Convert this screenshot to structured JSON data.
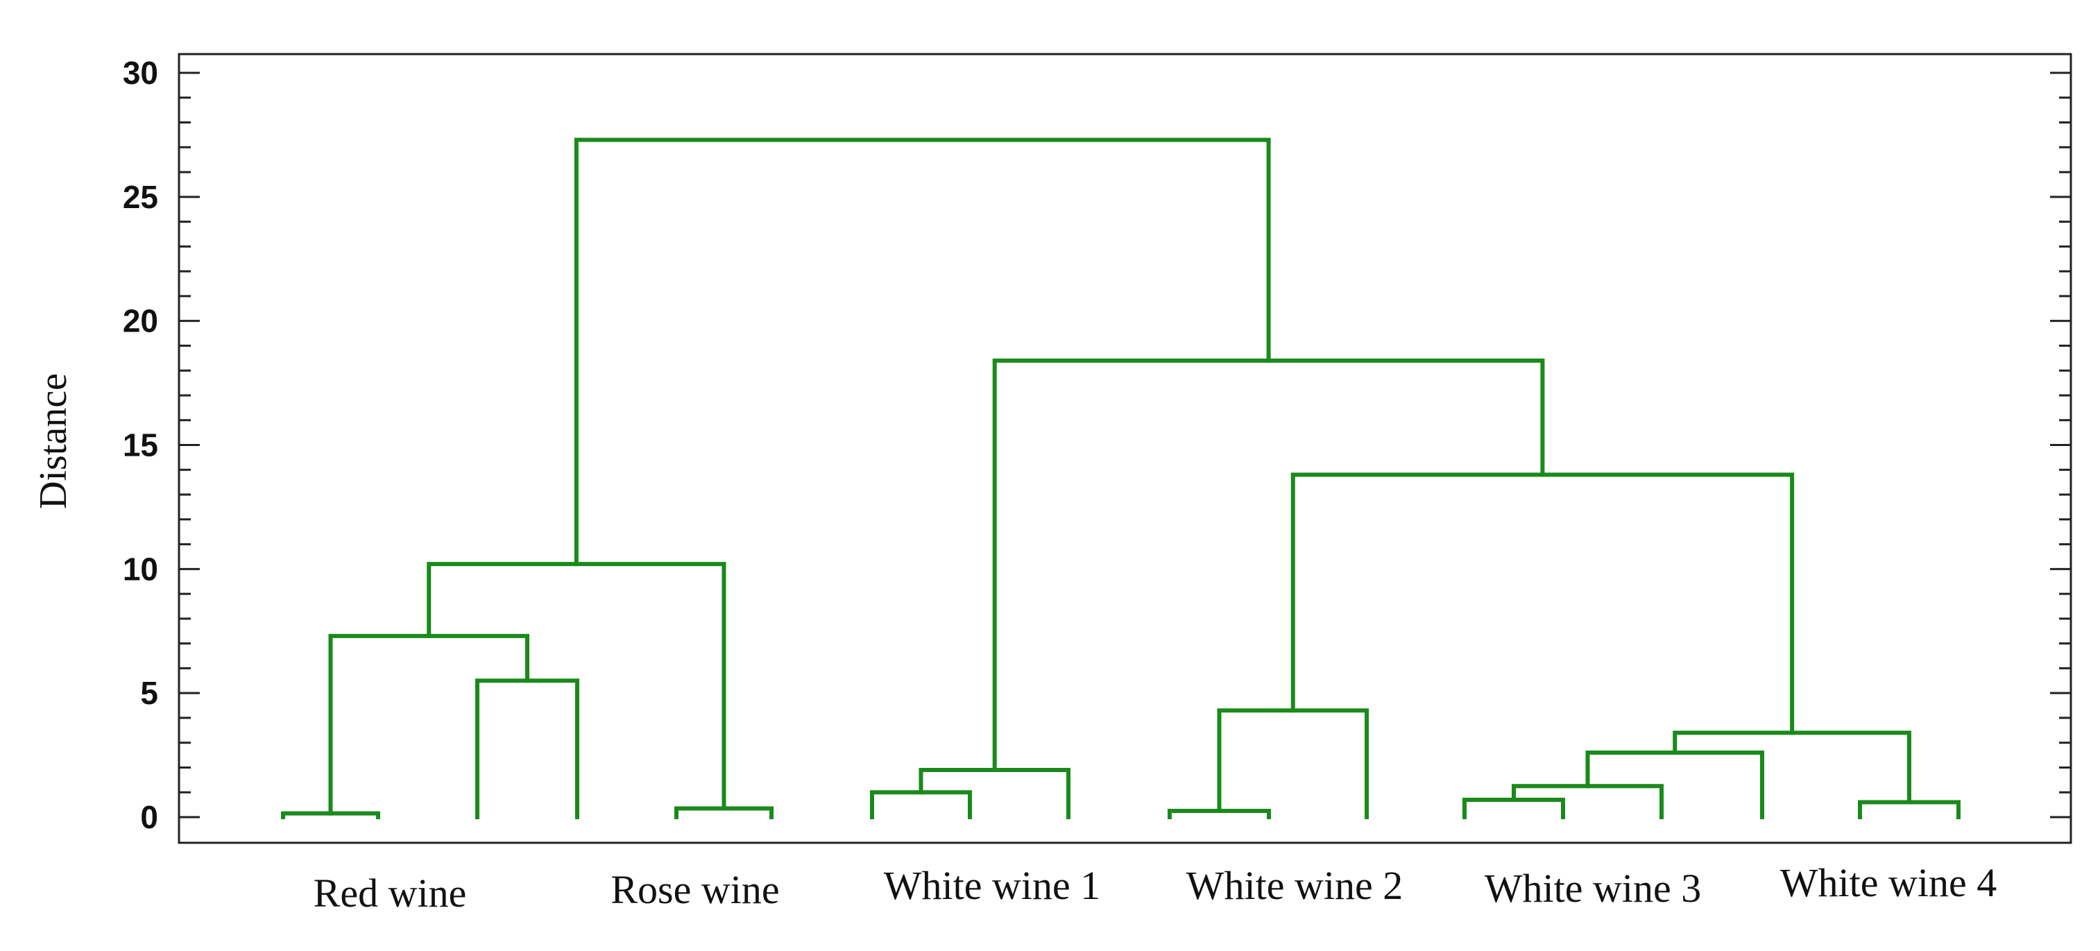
{
  "chart_data": {
    "type": "dendrogram",
    "ylabel": "Distance",
    "ylim": [
      0,
      30
    ],
    "yticks": [
      0,
      5,
      10,
      15,
      20,
      25,
      30
    ],
    "yminor_step": 1,
    "line_color": "#1a8a1a",
    "group_labels": [
      "Red wine",
      "Rose wine",
      "White wine 1",
      "White wine 2",
      "White wine 3",
      "White wine 4"
    ],
    "leaves": [
      {
        "id": "A",
        "group": "Red wine"
      },
      {
        "id": "B",
        "group": "Red wine"
      },
      {
        "id": "C",
        "group": "Red wine"
      },
      {
        "id": "D",
        "group": "Red wine"
      },
      {
        "id": "E",
        "group": "Rose wine"
      },
      {
        "id": "F",
        "group": "Rose wine"
      },
      {
        "id": "G",
        "group": "White wine 1"
      },
      {
        "id": "H",
        "group": "White wine 1"
      },
      {
        "id": "I",
        "group": "White wine 1"
      },
      {
        "id": "J",
        "group": "White wine 2"
      },
      {
        "id": "K",
        "group": "White wine 2"
      },
      {
        "id": "L",
        "group": "White wine 2"
      },
      {
        "id": "M",
        "group": "White wine 3"
      },
      {
        "id": "N",
        "group": "White wine 3"
      },
      {
        "id": "O",
        "group": "White wine 3"
      },
      {
        "id": "P",
        "group": "White wine 3"
      },
      {
        "id": "Q",
        "group": "White wine 4"
      },
      {
        "id": "R",
        "group": "White wine 4"
      }
    ],
    "merges": [
      {
        "id": "m1",
        "left": "A",
        "right": "B",
        "height": 0.15
      },
      {
        "id": "m2",
        "left": "C",
        "right": "D",
        "height": 5.5
      },
      {
        "id": "m3",
        "left": "m1",
        "right": "m2",
        "height": 7.3
      },
      {
        "id": "m4",
        "left": "E",
        "right": "F",
        "height": 0.35
      },
      {
        "id": "m5",
        "left": "m3",
        "right": "m4",
        "height": 10.2
      },
      {
        "id": "m6",
        "left": "G",
        "right": "H",
        "height": 1.0
      },
      {
        "id": "m7",
        "left": "m6",
        "right": "I",
        "height": 1.9
      },
      {
        "id": "m8",
        "left": "J",
        "right": "K",
        "height": 0.25
      },
      {
        "id": "m9",
        "left": "m8",
        "right": "L",
        "height": 4.3
      },
      {
        "id": "m10",
        "left": "M",
        "right": "N",
        "height": 0.7
      },
      {
        "id": "m11",
        "left": "m10",
        "right": "O",
        "height": 1.25
      },
      {
        "id": "m12",
        "left": "m11",
        "right": "P",
        "height": 2.6
      },
      {
        "id": "m13",
        "left": "Q",
        "right": "R",
        "height": 0.6
      },
      {
        "id": "m14",
        "left": "m12",
        "right": "m13",
        "height": 3.4
      },
      {
        "id": "m15",
        "left": "m9",
        "right": "m14",
        "height": 13.8
      },
      {
        "id": "m16",
        "left": "m7",
        "right": "m15",
        "height": 18.4
      },
      {
        "id": "m17",
        "left": "m5",
        "right": "m16",
        "height": 27.3
      }
    ]
  }
}
